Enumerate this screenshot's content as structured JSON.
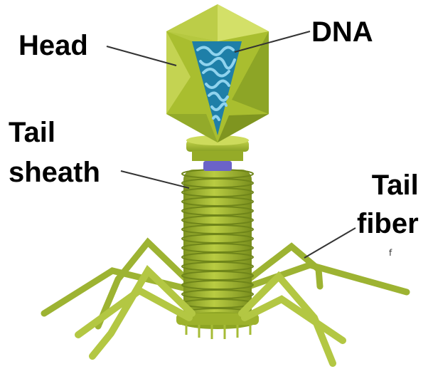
{
  "diagram": {
    "subject": "bacteriophage",
    "labels": {
      "head": "Head",
      "dna": "DNA",
      "tail_sheath_line1": "Tail",
      "tail_sheath_line2": "sheath",
      "tail_fiber_line1": "Tail",
      "tail_fiber_line2": "fiber"
    },
    "stray_mark": "f",
    "colors": {
      "capsid_light": "#c9d84a",
      "capsid_mid": "#a7bd2e",
      "capsid_dark": "#7f9420",
      "dna_background": "#1e7fa8",
      "dna_strand": "#8fd3ee",
      "collar": "#9fb52c",
      "neck_purple": "#6b63c8",
      "sheath": "#9cb12c",
      "fiber": "#a8bd3a",
      "leader_line": "#333333"
    }
  }
}
